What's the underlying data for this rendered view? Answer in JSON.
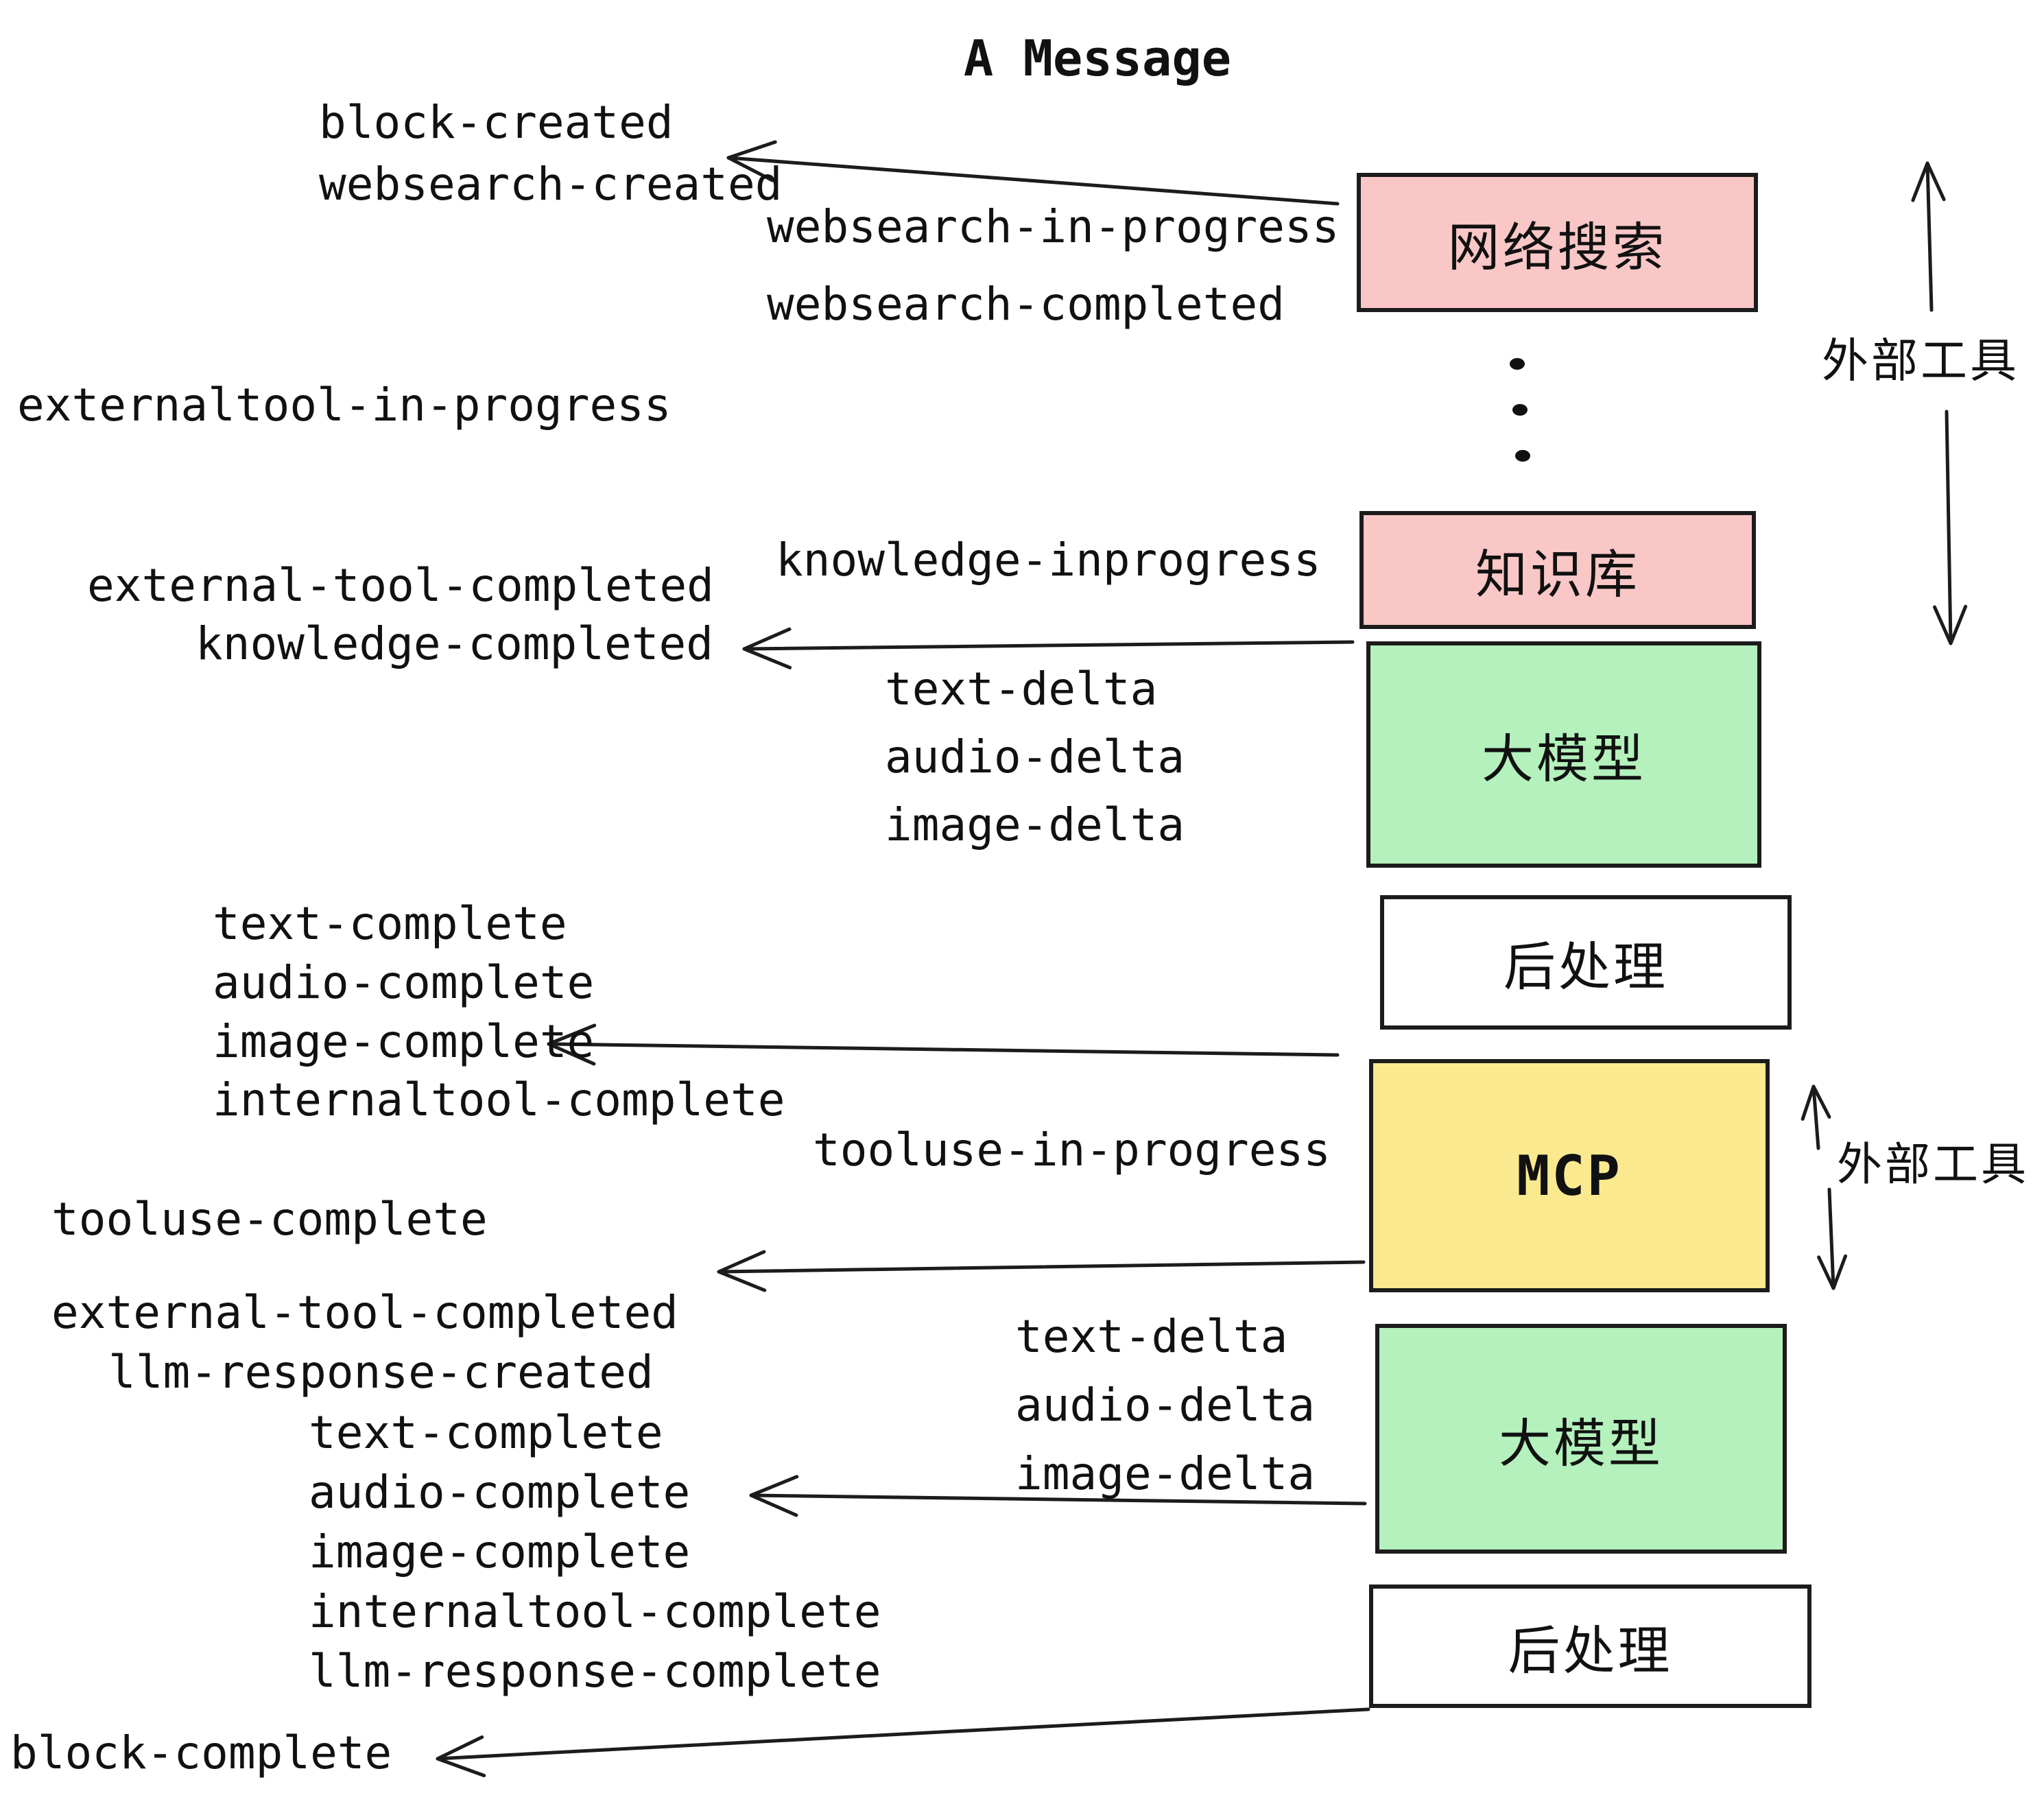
{
  "title": "A Message",
  "colors": {
    "ink": "#1c1c1c",
    "pink": "#f9c7c6",
    "green": "#b4f1bc",
    "yellow": "#fae98e",
    "paper": "#ffffff",
    "text": "#111111"
  },
  "boxes": {
    "websearch": {
      "label": "网络搜索"
    },
    "knowledge": {
      "label": "知识库"
    },
    "llm1": {
      "label": "大模型"
    },
    "post1": {
      "label": "后处理"
    },
    "mcp": {
      "label": "MCP"
    },
    "llm2": {
      "label": "大模型"
    },
    "post2": {
      "label": "后处理"
    }
  },
  "side_labels": {
    "external_tools_top": "外部工具",
    "external_tools_mcp": "外部工具"
  },
  "events": {
    "block_created": "block-created",
    "websearch_created": "websearch-created",
    "websearch_in_progress": "websearch-in-progress",
    "websearch_completed": "websearch-completed",
    "externaltool_in_progress": "externaltool-in-progress",
    "knowledge_inprogress": "knowledge-inprogress",
    "external_tool_completed_1": "external-tool-completed",
    "knowledge_completed": "knowledge-completed",
    "text_delta_1": "text-delta",
    "audio_delta_1": "audio-delta",
    "image_delta_1": "image-delta",
    "text_complete_1": "text-complete",
    "audio_complete_1": "audio-complete",
    "image_complete_1": "image-complete",
    "internaltool_complete_1": "internaltool-complete",
    "tooluse_in_progress": "tooluse-in-progress",
    "tooluse_complete": "tooluse-complete",
    "external_tool_completed_2": "external-tool-completed",
    "llm_response_created": "llm-response-created",
    "text_complete_2": "text-complete",
    "audio_complete_2": "audio-complete",
    "image_complete_2": "image-complete",
    "internaltool_complete_2": "internaltool-complete",
    "llm_response_complete": "llm-response-complete",
    "block_complete": "block-complete",
    "text_delta_2": "text-delta",
    "audio_delta_2": "audio-delta",
    "image_delta_2": "image-delta"
  }
}
